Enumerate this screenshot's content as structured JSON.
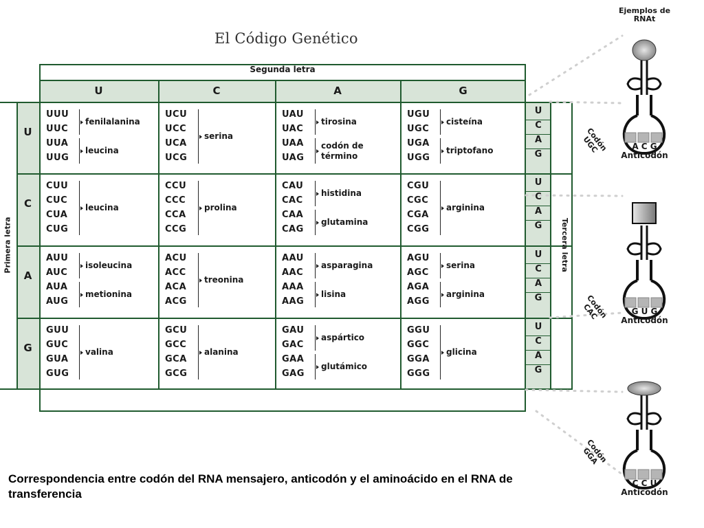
{
  "title": "El Código Genético",
  "segunda_letra": "Segunda letra",
  "primera_letra": "Primera letra",
  "tercera_letra": "Tercera letra",
  "second_letters": [
    "U",
    "C",
    "A",
    "G"
  ],
  "first_letters": [
    "U",
    "C",
    "A",
    "G"
  ],
  "third_letters": [
    "U",
    "C",
    "A",
    "G"
  ],
  "cells": [
    [
      {
        "codons": [
          "UUU",
          "UUC",
          "UUA",
          "UUG"
        ],
        "aminoacids": [
          {
            "label": "fenilalanina",
            "rows": [
              0,
              1
            ]
          },
          {
            "label": "leucina",
            "rows": [
              2,
              3
            ]
          }
        ]
      },
      {
        "codons": [
          "UCU",
          "UCC",
          "UCA",
          "UCG"
        ],
        "aminoacids": [
          {
            "label": "serina",
            "rows": [
              0,
              3
            ]
          }
        ]
      },
      {
        "codons": [
          "UAU",
          "UAC",
          "UAA",
          "UAG"
        ],
        "aminoacids": [
          {
            "label": "tirosina",
            "rows": [
              0,
              1
            ]
          },
          {
            "label": "codón de término",
            "rows": [
              2,
              3
            ]
          }
        ]
      },
      {
        "codons": [
          "UGU",
          "UGC",
          "UGA",
          "UGG"
        ],
        "aminoacids": [
          {
            "label": "cisteína",
            "rows": [
              0,
              1
            ]
          },
          {
            "label": "triptofano",
            "rows": [
              2,
              3
            ]
          }
        ]
      }
    ],
    [
      {
        "codons": [
          "CUU",
          "CUC",
          "CUA",
          "CUG"
        ],
        "aminoacids": [
          {
            "label": "leucina",
            "rows": [
              0,
              3
            ]
          }
        ]
      },
      {
        "codons": [
          "CCU",
          "CCC",
          "CCA",
          "CCG"
        ],
        "aminoacids": [
          {
            "label": "prolina",
            "rows": [
              0,
              3
            ]
          }
        ]
      },
      {
        "codons": [
          "CAU",
          "CAC",
          "CAA",
          "CAG"
        ],
        "aminoacids": [
          {
            "label": "histidina",
            "rows": [
              0,
              1
            ]
          },
          {
            "label": "glutamina",
            "rows": [
              2,
              3
            ]
          }
        ]
      },
      {
        "codons": [
          "CGU",
          "CGC",
          "CGA",
          "CGG"
        ],
        "aminoacids": [
          {
            "label": "arginina",
            "rows": [
              0,
              3
            ]
          }
        ]
      }
    ],
    [
      {
        "codons": [
          "AUU",
          "AUC",
          "AUA",
          "AUG"
        ],
        "aminoacids": [
          {
            "label": "isoleucina",
            "rows": [
              0,
              1
            ]
          },
          {
            "label": "metionina",
            "rows": [
              2,
              3
            ]
          }
        ]
      },
      {
        "codons": [
          "ACU",
          "ACC",
          "ACA",
          "ACG"
        ],
        "aminoacids": [
          {
            "label": "treonina",
            "rows": [
              0,
              3
            ]
          }
        ]
      },
      {
        "codons": [
          "AAU",
          "AAC",
          "AAA",
          "AAG"
        ],
        "aminoacids": [
          {
            "label": "asparagina",
            "rows": [
              0,
              1
            ]
          },
          {
            "label": "lisina",
            "rows": [
              2,
              3
            ]
          }
        ]
      },
      {
        "codons": [
          "AGU",
          "AGC",
          "AGA",
          "AGG"
        ],
        "aminoacids": [
          {
            "label": "serina",
            "rows": [
              0,
              1
            ]
          },
          {
            "label": "arginina",
            "rows": [
              2,
              3
            ]
          }
        ]
      }
    ],
    [
      {
        "codons": [
          "GUU",
          "GUC",
          "GUA",
          "GUG"
        ],
        "aminoacids": [
          {
            "label": "valina",
            "rows": [
              0,
              3
            ]
          }
        ]
      },
      {
        "codons": [
          "GCU",
          "GCC",
          "GCA",
          "GCG"
        ],
        "aminoacids": [
          {
            "label": "alanina",
            "rows": [
              0,
              3
            ]
          }
        ]
      },
      {
        "codons": [
          "GAU",
          "GAC",
          "GAA",
          "GAG"
        ],
        "aminoacids": [
          {
            "label": "aspártico",
            "rows": [
              0,
              1
            ]
          },
          {
            "label": "glutámico",
            "rows": [
              2,
              3
            ]
          }
        ]
      },
      {
        "codons": [
          "GGU",
          "GGC",
          "GGA",
          "GGG"
        ],
        "aminoacids": [
          {
            "label": "glicina",
            "rows": [
              0,
              3
            ]
          }
        ]
      }
    ]
  ],
  "trna": {
    "header": "Ejemplos de RNAt",
    "examples": [
      {
        "codon_label": "Codón UGC",
        "anticodon_bases": "A C G",
        "anticodon_label": "Anticodón"
      },
      {
        "codon_label": "Codón CAC",
        "anticodon_bases": "G U G",
        "anticodon_label": "Anticodón"
      },
      {
        "codon_label": "Codón GGA",
        "anticodon_bases": "C C U",
        "anticodon_label": "Anticodón"
      }
    ]
  },
  "caption": "Correspondencia entre codón del RNA mensajero, anticodón y el aminoácido en el RNA de transferencia",
  "colors": {
    "grid": "#1f5a2e",
    "header_fill": "#d8e4d8",
    "trna_gray": "#8a8a8a"
  }
}
